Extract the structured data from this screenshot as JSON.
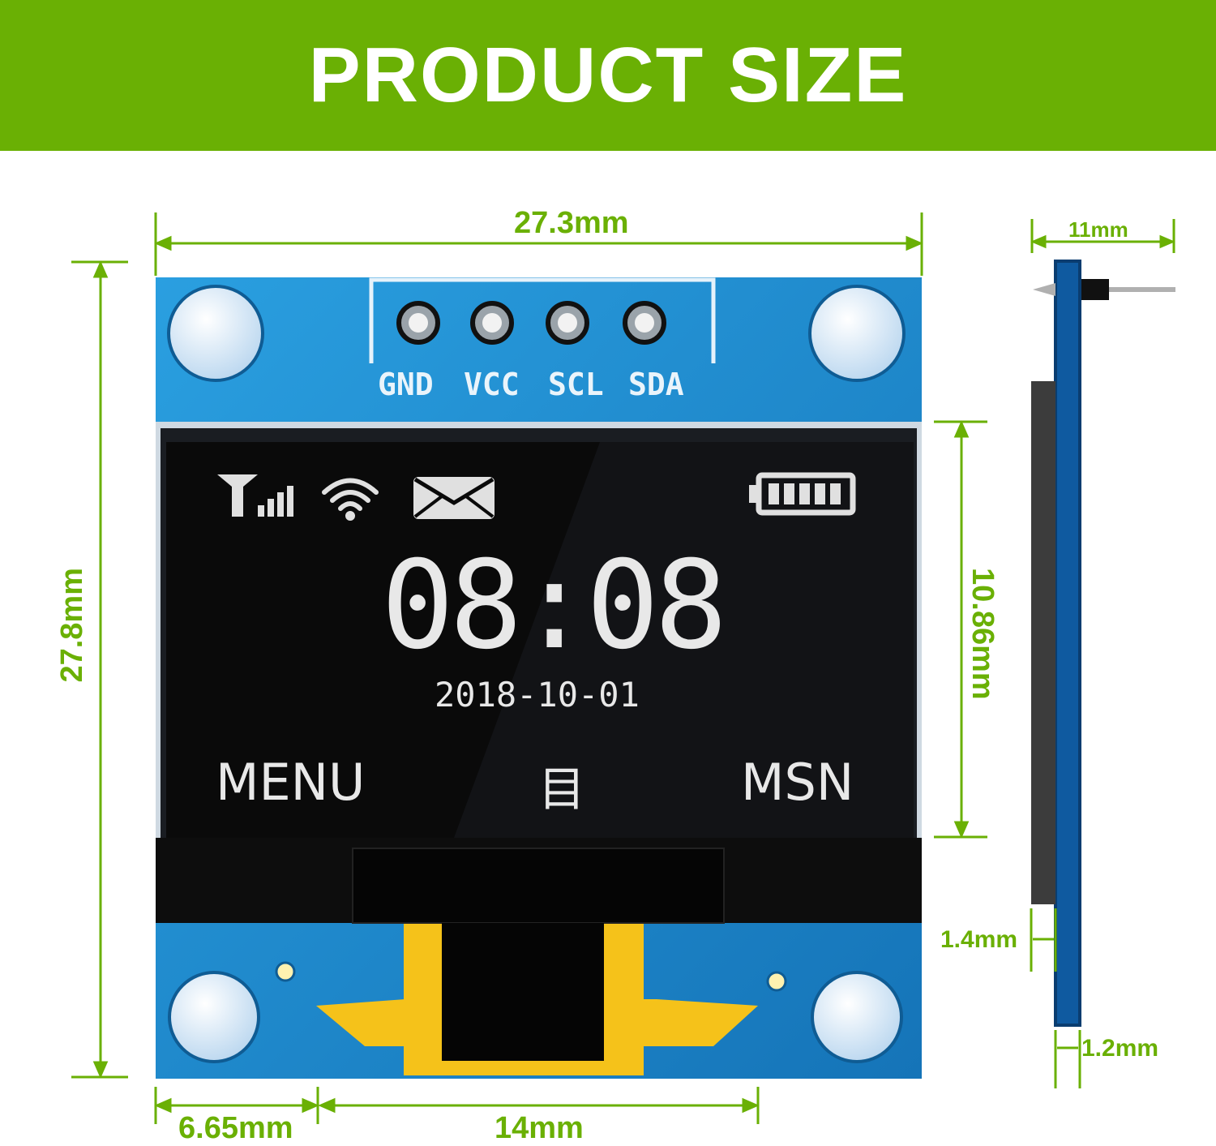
{
  "title": "PRODUCT SIZE",
  "colors": {
    "banner": "#6ab004",
    "dimension": "#6ab004",
    "pcb": "#1d8fd6",
    "screen": "#0a0a0a",
    "flex_cable": "#f5c21a"
  },
  "pins": [
    "GND",
    "VCC",
    "SCL",
    "SDA"
  ],
  "display": {
    "time": "08:08",
    "date": "2018-10-01",
    "left_softkey": "MENU",
    "center_softkey": "目",
    "right_softkey": "MSN",
    "status_icons": [
      "signal-icon",
      "wifi-icon",
      "mail-icon",
      "battery-icon"
    ]
  },
  "dimensions": {
    "width": "27.3mm",
    "height": "27.8mm",
    "screen_height": "10.86mm",
    "hole_offset": "6.65mm",
    "cable_width": "14mm",
    "side_depth": "11mm",
    "side_screen": "1.4mm",
    "side_pcb": "1.2mm"
  }
}
